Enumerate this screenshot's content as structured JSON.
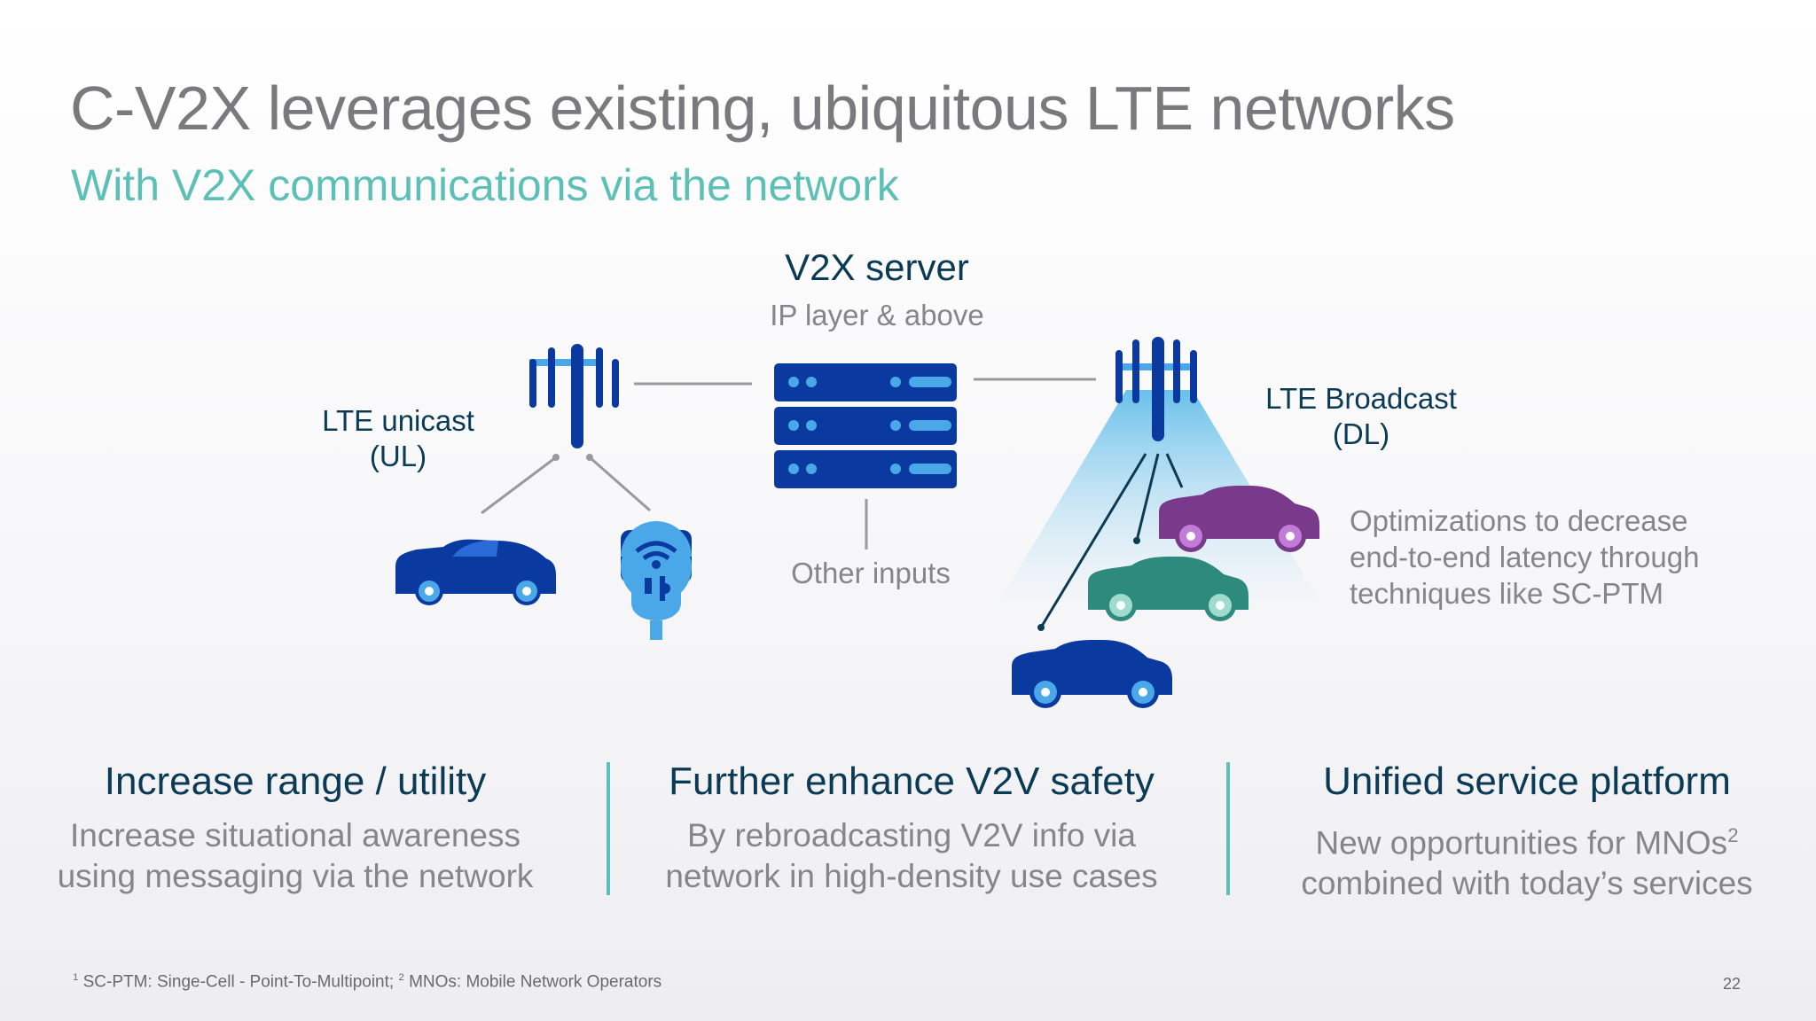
{
  "slide": {
    "title": "C-V2X leverages existing, ubiquitous LTE networks",
    "subtitle": "With V2X communications via the network"
  },
  "diagram": {
    "server_title": "V2X server",
    "server_subtitle": "IP layer & above",
    "unicast_line1": "LTE unicast",
    "unicast_line2": "(UL)",
    "broadcast_line1": "LTE Broadcast",
    "broadcast_line2": "(DL)",
    "other_inputs": "Other inputs",
    "optimization_line1": "Optimizations to decrease",
    "optimization_line2": "end-to-end latency through",
    "optimization_line3": "techniques like SC-PTM",
    "colors": {
      "navy": "#0a3aa0",
      "light_blue": "#4aa8e8",
      "purple": "#7a3a8c",
      "teal": "#2f8a7e",
      "accent": "#5cc0b6"
    }
  },
  "columns": [
    {
      "heading": "Increase range / utility",
      "line1": "Increase situational awareness",
      "line2": "using messaging via the network"
    },
    {
      "heading": "Further enhance V2V safety",
      "line1": "By rebroadcasting V2V info via",
      "line2": "network in high-density use cases"
    },
    {
      "heading": "Unified service platform",
      "line1": "New opportunities for MNOs",
      "line1_sup": "2",
      "line2": "combined with today’s services"
    }
  ],
  "footer": {
    "fn1_mark": "1",
    "fn1_text": " SC-PTM: Singe-Cell - Point-To-Multipoint; ",
    "fn2_mark": "2",
    "fn2_text": " MNOs: Mobile Network Operators",
    "page_number": "22"
  },
  "icons": [
    "antenna-tower-icon",
    "server-rack-icon",
    "car-icon",
    "parking-meter-icon",
    "broadcast-beam-icon"
  ]
}
